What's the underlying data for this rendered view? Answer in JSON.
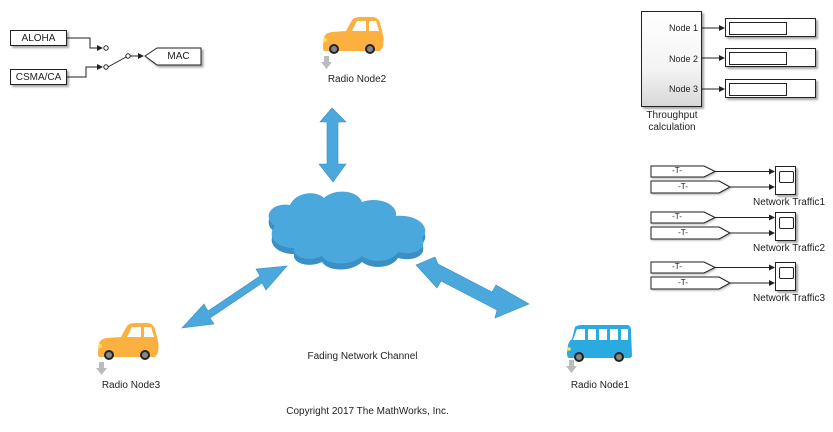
{
  "diagram": {
    "title": "Fading Network Channel",
    "copyright": "Copyright 2017 The MathWorks, Inc.",
    "mac_selector": {
      "inputs": [
        {
          "label": "ALOHA"
        },
        {
          "label": "CSMA/CA"
        }
      ],
      "selected_input": "CSMA/CA",
      "output_tag": "MAC"
    },
    "radio_nodes": [
      {
        "label": "Radio Node2",
        "vehicle": "car",
        "color": "#fbb040"
      },
      {
        "label": "Radio Node3",
        "vehicle": "car",
        "color": "#fbb040"
      },
      {
        "label": "Radio Node1",
        "vehicle": "bus",
        "color": "#29abe2"
      }
    ],
    "channel": {
      "icon": "cloud-icon",
      "color": "#4aa8dc"
    },
    "throughput": {
      "label_line1": "Throughput",
      "label_line2": "calculation",
      "ports": [
        "Node 1",
        "Node 2",
        "Node 3"
      ]
    },
    "network_traffic": [
      {
        "label": "Network Traffic1",
        "tags": [
          "-T-",
          "-T-"
        ]
      },
      {
        "label": "Network Traffic2",
        "tags": [
          "-T-",
          "-T-"
        ]
      },
      {
        "label": "Network Traffic3",
        "tags": [
          "-T-",
          "-T-"
        ]
      }
    ]
  }
}
